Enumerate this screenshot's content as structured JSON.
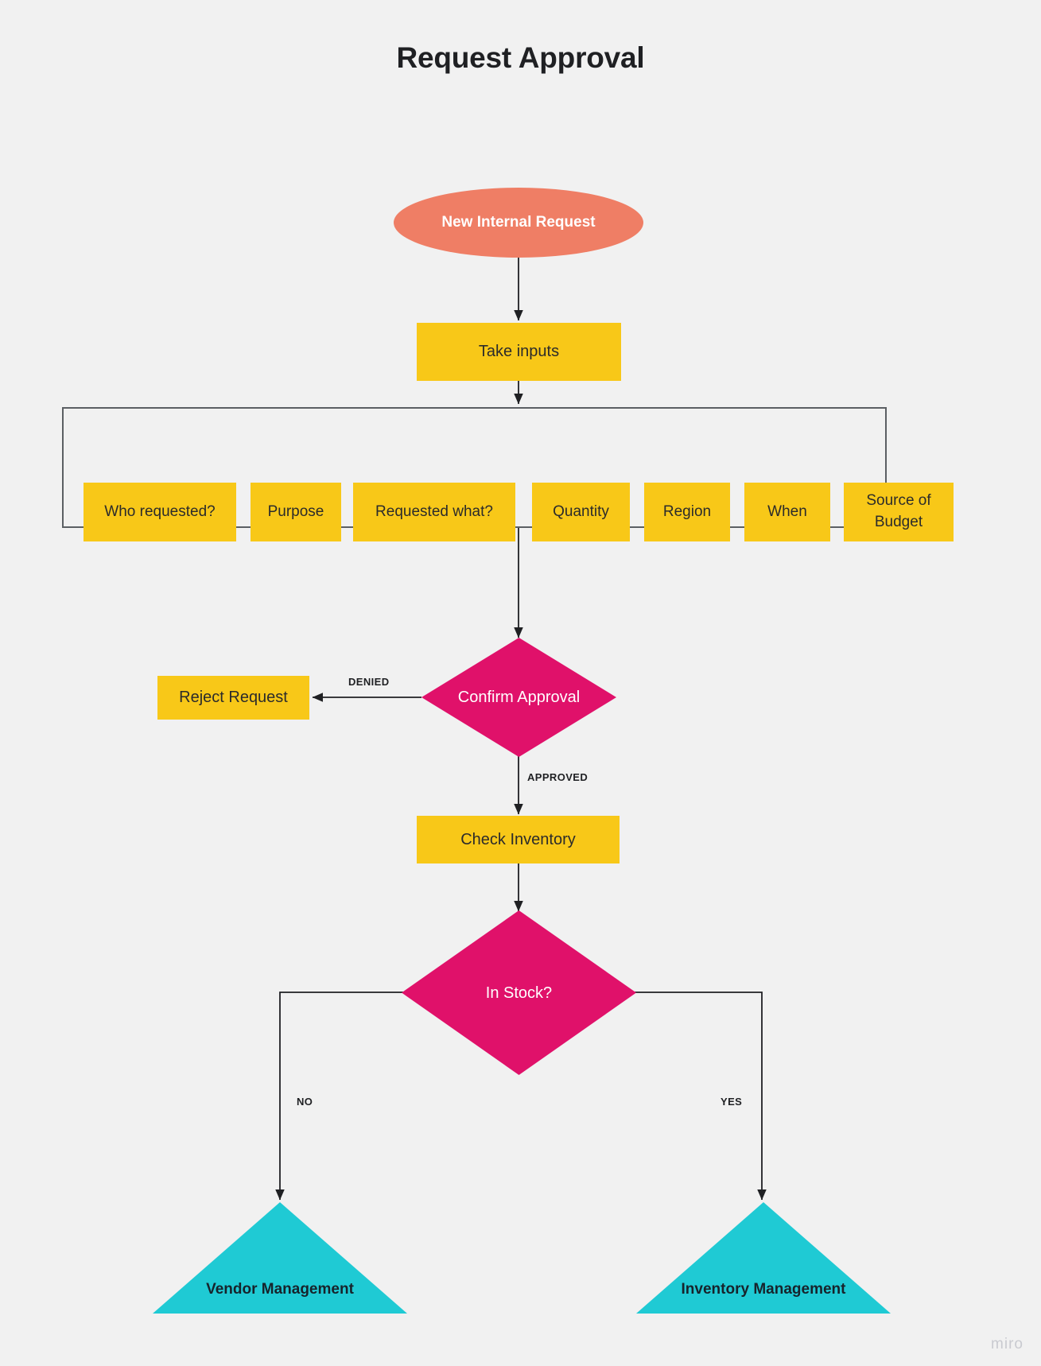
{
  "title": "Request Approval",
  "colors": {
    "background": "#f1f1f1",
    "terminator": "#ef7e65",
    "process": "#f8c818",
    "decision": "#e0116a",
    "subprocess_triangle": "#1fcad4",
    "edge": "#1f2023",
    "group_border": "#5b5f63",
    "title_text": "#1f2023",
    "watermark": "#c9cad0"
  },
  "nodes": {
    "start": {
      "label": "New Internal Request",
      "type": "terminator"
    },
    "take_inputs": {
      "label": "Take inputs",
      "type": "process"
    },
    "confirm_approval": {
      "label": "Confirm Approval",
      "type": "decision"
    },
    "reject_request": {
      "label": "Reject Request",
      "type": "process"
    },
    "check_inventory": {
      "label": "Check Inventory",
      "type": "process"
    },
    "in_stock": {
      "label": "In Stock?",
      "type": "decision"
    },
    "vendor_management": {
      "label": "Vendor Management",
      "type": "triangle"
    },
    "inventory_management": {
      "label": "Inventory Management",
      "type": "triangle"
    }
  },
  "input_group": {
    "items": [
      {
        "label": "Who requested?"
      },
      {
        "label": "Purpose"
      },
      {
        "label": "Requested what?"
      },
      {
        "label": "Quantity"
      },
      {
        "label": "Region"
      },
      {
        "label": "When"
      },
      {
        "label": "Source of Budget"
      }
    ]
  },
  "edge_labels": {
    "denied": "DENIED",
    "approved": "APPROVED",
    "no": "NO",
    "yes": "YES"
  },
  "watermark": "miro",
  "chart_data": {
    "type": "diagram",
    "title": "Request Approval",
    "diagram_kind": "flowchart",
    "orientation": "top-down",
    "nodes": [
      {
        "id": "start",
        "label": "New Internal Request",
        "shape": "ellipse",
        "color": "#ef7e65"
      },
      {
        "id": "take_inputs",
        "label": "Take inputs",
        "shape": "rectangle",
        "color": "#f8c818"
      },
      {
        "id": "inputs_group",
        "label": "",
        "shape": "group",
        "color": "#5b5f63",
        "children": [
          "Who requested?",
          "Purpose",
          "Requested what?",
          "Quantity",
          "Region",
          "When",
          "Source of Budget"
        ]
      },
      {
        "id": "confirm_approval",
        "label": "Confirm Approval",
        "shape": "diamond",
        "color": "#e0116a"
      },
      {
        "id": "reject_request",
        "label": "Reject Request",
        "shape": "rectangle",
        "color": "#f8c818"
      },
      {
        "id": "check_inventory",
        "label": "Check Inventory",
        "shape": "rectangle",
        "color": "#f8c818"
      },
      {
        "id": "in_stock",
        "label": "In Stock?",
        "shape": "diamond",
        "color": "#e0116a"
      },
      {
        "id": "vendor_management",
        "label": "Vendor Management",
        "shape": "triangle",
        "color": "#1fcad4"
      },
      {
        "id": "inventory_management",
        "label": "Inventory Management",
        "shape": "triangle",
        "color": "#1fcad4"
      }
    ],
    "edges": [
      {
        "from": "start",
        "to": "take_inputs",
        "label": ""
      },
      {
        "from": "take_inputs",
        "to": "inputs_group",
        "label": ""
      },
      {
        "from": "inputs_group",
        "to": "confirm_approval",
        "label": ""
      },
      {
        "from": "confirm_approval",
        "to": "reject_request",
        "label": "DENIED"
      },
      {
        "from": "confirm_approval",
        "to": "check_inventory",
        "label": "APPROVED"
      },
      {
        "from": "check_inventory",
        "to": "in_stock",
        "label": ""
      },
      {
        "from": "in_stock",
        "to": "vendor_management",
        "label": "NO"
      },
      {
        "from": "in_stock",
        "to": "inventory_management",
        "label": "YES"
      }
    ]
  }
}
